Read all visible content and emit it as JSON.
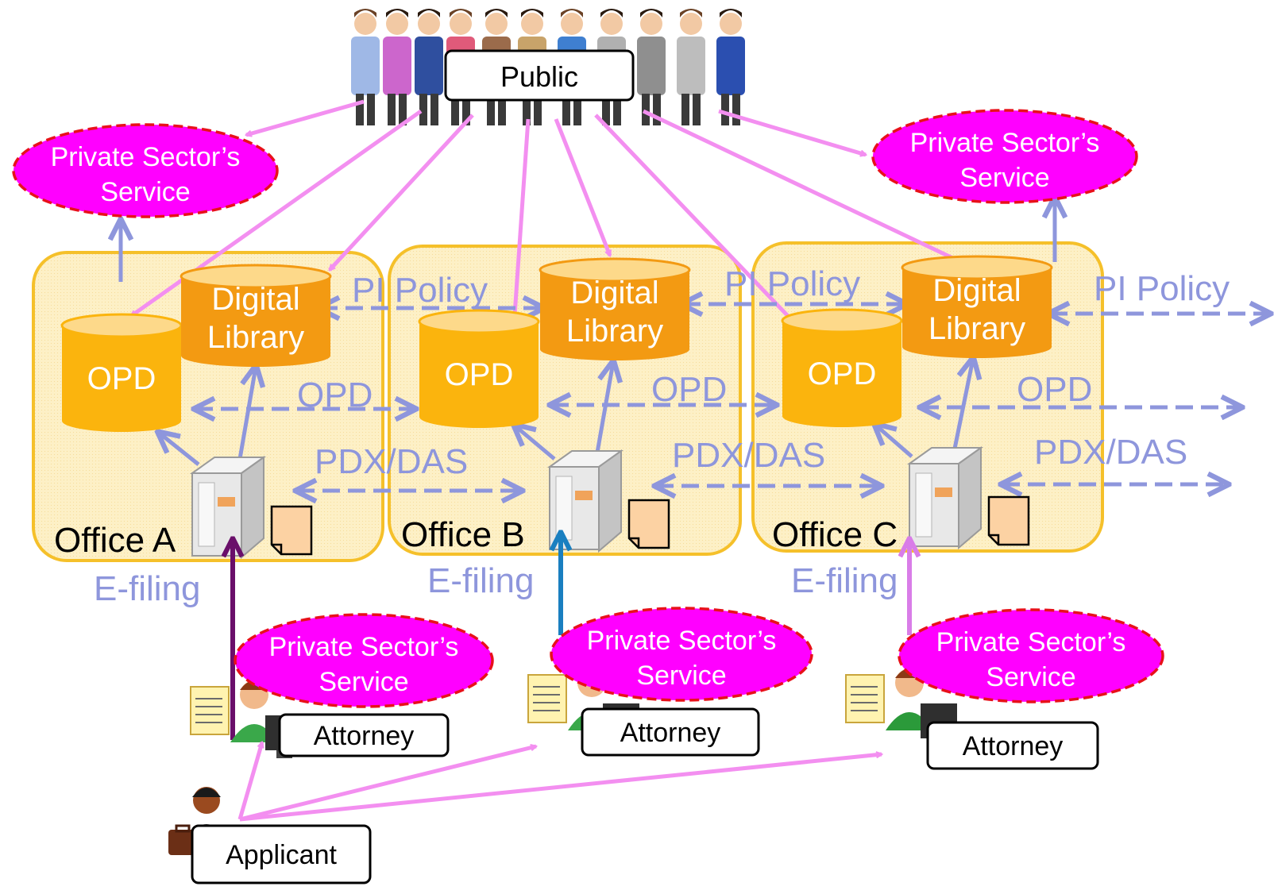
{
  "labels": {
    "public": "Public",
    "private_service": [
      "Private Sector’s",
      "Service"
    ],
    "digital_library": [
      "Digital",
      "Library"
    ],
    "opd": "OPD",
    "pi_policy": "PI Policy",
    "opd_link": "OPD",
    "pdx_das": "PDX/DAS",
    "e_filing": "E-filing",
    "attorney": "Attorney",
    "applicant": "Applicant"
  },
  "offices": [
    {
      "name": "Office A"
    },
    {
      "name": "Office B"
    },
    {
      "name": "Office C"
    }
  ],
  "colors": {
    "office_fill": "#fdf0c6",
    "office_border": "#f5c02a",
    "db_orange": "#f39a12",
    "db_yellow": "#fbb40d",
    "private_fill": "#ff00ff",
    "private_border": "#e8101a",
    "public_arrow": "#f38ff0",
    "link_blue": "#8e96dc",
    "efiling_a": "#6a0f6a",
    "efiling_b": "#1a7fc0",
    "efiling_c": "#d97de8"
  }
}
